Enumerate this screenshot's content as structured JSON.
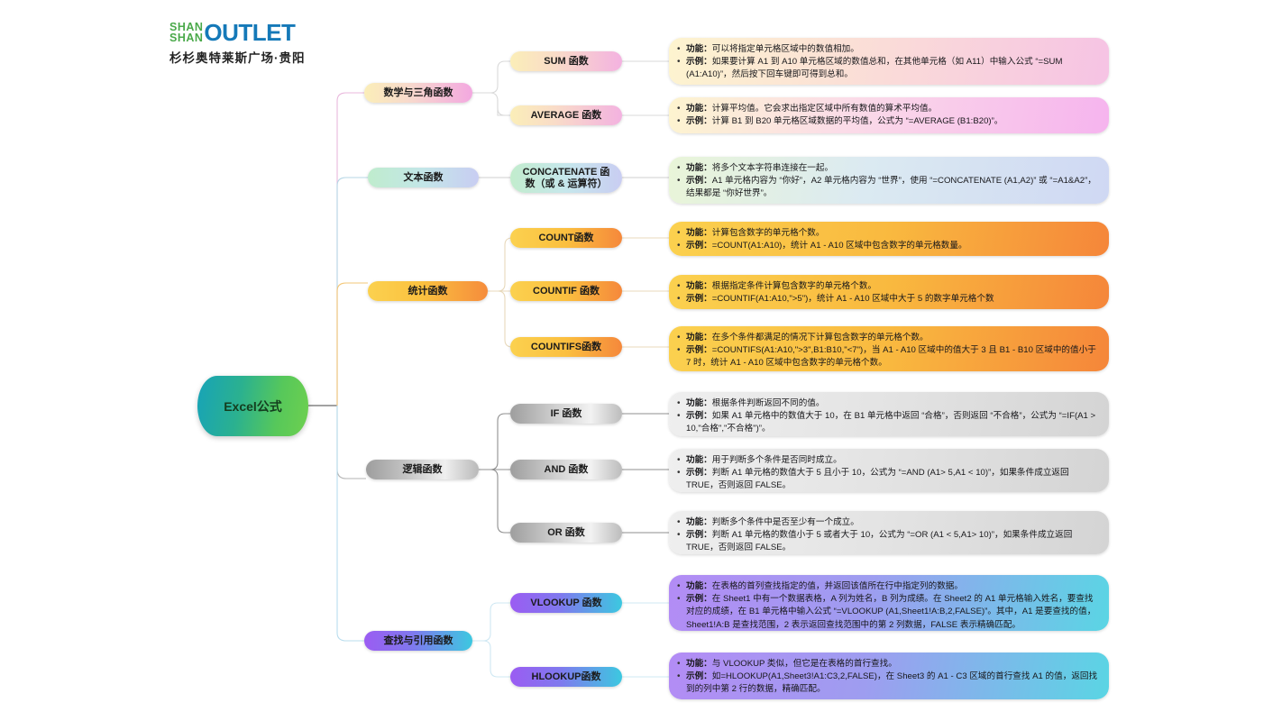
{
  "logo": {
    "line1": "SHAN",
    "line2": "SHAN",
    "brand": "OUTLET",
    "subtitle": "杉杉奥特莱斯广场·贵阳",
    "green": "#4aa94a",
    "blue": "#1579b8"
  },
  "root": {
    "label": "Excel公式"
  },
  "branches": [
    {
      "id": "math",
      "label": "数学与三角函数",
      "color": "#f2c1e0",
      "children": [
        {
          "id": "sum",
          "label": "SUM 函数",
          "card": [
            {
              "term": "功能：",
              "text": "可以将指定单元格区域中的数值相加。"
            },
            {
              "term": "示例：",
              "text": "如果要计算 A1 到 A10 单元格区域的数值总和，在其他单元格（如 A11）中输入公式 “=SUM (A1:A10)”，然后按下回车键即可得到总和。"
            }
          ]
        },
        {
          "id": "average",
          "label": "AVERAGE 函数",
          "card": [
            {
              "term": "功能：",
              "text": "计算平均值。它会求出指定区域中所有数值的算术平均值。"
            },
            {
              "term": "示例：",
              "text": "计算 B1 到 B20 单元格区域数据的平均值，公式为 “=AVERAGE (B1:B20)”。"
            }
          ]
        }
      ]
    },
    {
      "id": "text",
      "label": "文本函数",
      "color": "#a8d8e8",
      "children": [
        {
          "id": "concatenate",
          "label": "CONCATENATE 函数（或 & 运算符）",
          "card": [
            {
              "term": "功能：",
              "text": "将多个文本字符串连接在一起。"
            },
            {
              "term": "示例：",
              "text": "A1 单元格内容为 “你好”，A2 单元格内容为 “世界”，使用 “=CONCATENATE (A1,A2)” 或 “=A1&A2”，结果都是 “你好世界”。"
            }
          ]
        }
      ]
    },
    {
      "id": "stat",
      "label": "统计函数",
      "color": "#f5a623",
      "children": [
        {
          "id": "count",
          "label": "COUNT函数",
          "card": [
            {
              "term": "功能：",
              "text": "计算包含数字的单元格个数。"
            },
            {
              "term": "示例：",
              "text": "=COUNT(A1:A10)，统计 A1 - A10 区域中包含数字的单元格数量。"
            }
          ]
        },
        {
          "id": "countif",
          "label": "COUNTIF 函数",
          "card": [
            {
              "term": "功能：",
              "text": "根据指定条件计算包含数字的单元格个数。"
            },
            {
              "term": "示例：",
              "text": "=COUNTIF(A1:A10,\">5\")，统计 A1 - A10 区域中大于 5 的数字单元格个数"
            }
          ]
        },
        {
          "id": "countifs",
          "label": "COUNTIFS函数",
          "card": [
            {
              "term": "功能：",
              "text": "在多个条件都满足的情况下计算包含数字的单元格个数。"
            },
            {
              "term": "示例：",
              "text": "=COUNTIFS(A1:A10,\">3\",B1:B10,\"<7\")，当 A1 - A10 区域中的值大于 3 且 B1 - B10 区域中的值小于 7 时，统计 A1 - A10 区域中包含数字的单元格个数。"
            }
          ]
        }
      ]
    },
    {
      "id": "logic",
      "label": "逻辑函数",
      "color": "#9a9a9a",
      "children": [
        {
          "id": "if",
          "label": "IF 函数",
          "card": [
            {
              "term": "功能：",
              "text": "根据条件判断返回不同的值。"
            },
            {
              "term": "示例：",
              "text": "如果 A1 单元格中的数值大于 10，在 B1 单元格中返回 “合格”，否则返回 “不合格”，公式为 “=IF(A1 > 10,\"合格\",\"不合格\")”。"
            }
          ]
        },
        {
          "id": "and",
          "label": "AND 函数",
          "card": [
            {
              "term": "功能：",
              "text": "用于判断多个条件是否同时成立。"
            },
            {
              "term": "示例：",
              "text": "判断 A1 单元格的数值大于 5 且小于 10，公式为 “=AND (A1> 5,A1 < 10)”，如果条件成立返回 TRUE，否则返回 FALSE。"
            }
          ]
        },
        {
          "id": "or",
          "label": "OR 函数",
          "card": [
            {
              "term": "功能：",
              "text": "判断多个条件中是否至少有一个成立。"
            },
            {
              "term": "示例：",
              "text": "判断 A1 单元格的数值小于 5 或者大于 10，公式为 “=OR (A1 < 5,A1> 10)”，如果条件成立返回 TRUE，否则返回 FALSE。"
            }
          ]
        }
      ]
    },
    {
      "id": "lookup",
      "label": "查找与引用函数",
      "color": "#8a5cf0",
      "children": [
        {
          "id": "vlookup",
          "label": "VLOOKUP 函数",
          "card": [
            {
              "term": "功能：",
              "text": "在表格的首列查找指定的值，并返回该值所在行中指定列的数据。"
            },
            {
              "term": "示例：",
              "text": "在 Sheet1 中有一个数据表格，A 列为姓名，B 列为成绩。在 Sheet2 的 A1 单元格输入姓名，要查找对应的成绩，在 B1 单元格中输入公式 “=VLOOKUP (A1,Sheet1!A:B,2,FALSE)”。其中，A1 是要查找的值，Sheet1!A:B 是查找范围，2 表示返回查找范围中的第 2 列数据，FALSE 表示精确匹配。"
            }
          ]
        },
        {
          "id": "hlookup",
          "label": "HLOOKUP函数",
          "card": [
            {
              "term": "功能：",
              "text": "与 VLOOKUP 类似，但它是在表格的首行查找。"
            },
            {
              "term": "示例：",
              "text": "如=HLOOKUP(A1,Sheet3!A1:C3,2,FALSE)，在 Sheet3 的 A1 - C3 区域的首行查找 A1 的值，返回找到的列中第 2 行的数据，精确匹配。"
            }
          ]
        }
      ]
    }
  ]
}
